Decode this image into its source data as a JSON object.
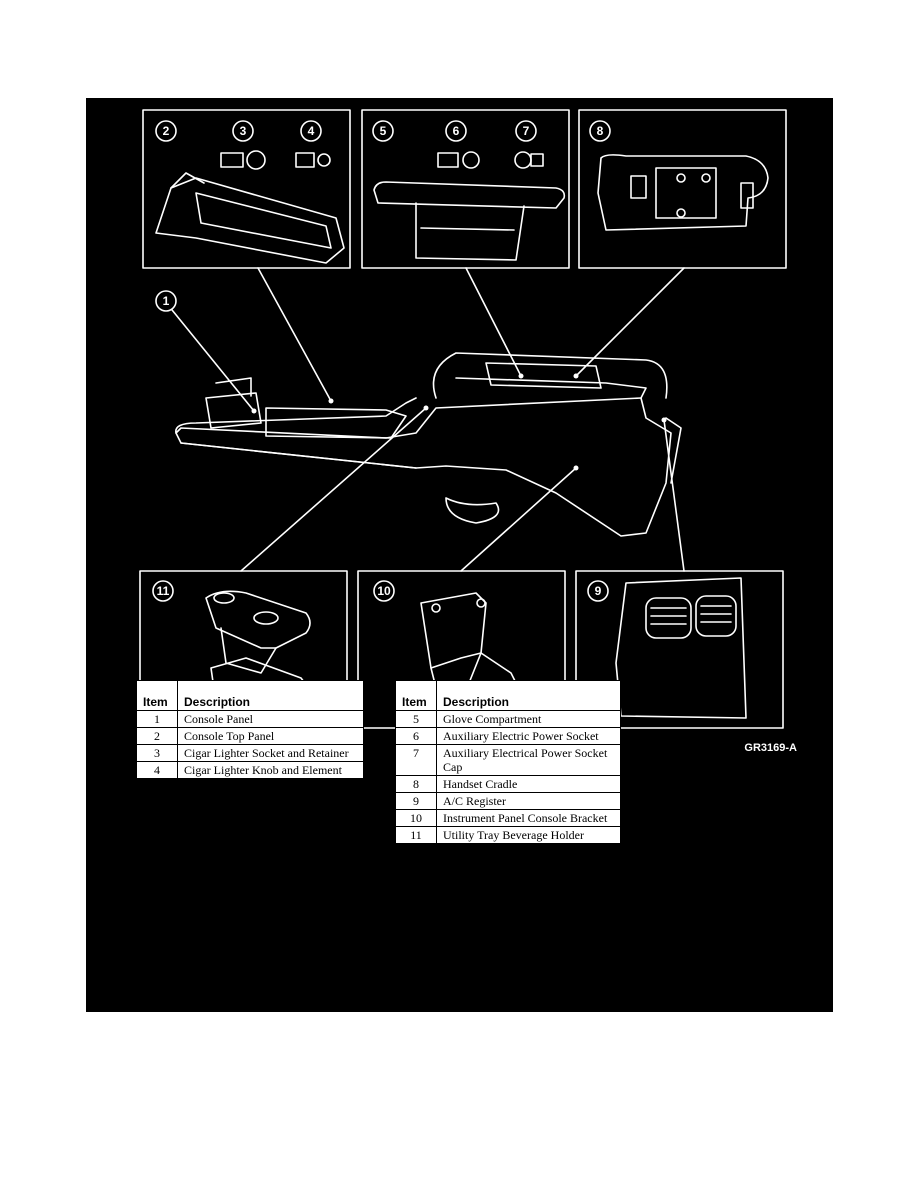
{
  "figure": {
    "reference_code": "GR3169-A",
    "callouts": [
      "1",
      "2",
      "3",
      "4",
      "5",
      "6",
      "7",
      "8",
      "9",
      "10",
      "11"
    ]
  },
  "table_left": {
    "headers": [
      "Item",
      "Description"
    ],
    "rows": [
      {
        "item": "1",
        "description": "Console Panel"
      },
      {
        "item": "2",
        "description": "Console Top Panel"
      },
      {
        "item": "3",
        "description": "Cigar Lighter Socket and Retainer"
      },
      {
        "item": "4",
        "description": "Cigar Lighter Knob and Element"
      }
    ]
  },
  "table_right": {
    "headers": [
      "Item",
      "Description"
    ],
    "rows": [
      {
        "item": "5",
        "description": "Glove Compartment"
      },
      {
        "item": "6",
        "description": "Auxiliary Electric Power Socket"
      },
      {
        "item": "7",
        "description": "Auxiliary Electrical Power Socket Cap"
      },
      {
        "item": "8",
        "description": "Handset Cradle"
      },
      {
        "item": "9",
        "description": "A/C Register"
      },
      {
        "item": "10",
        "description": "Instrument Panel Console Bracket"
      },
      {
        "item": "11",
        "description": "Utility Tray Beverage Holder"
      }
    ]
  }
}
